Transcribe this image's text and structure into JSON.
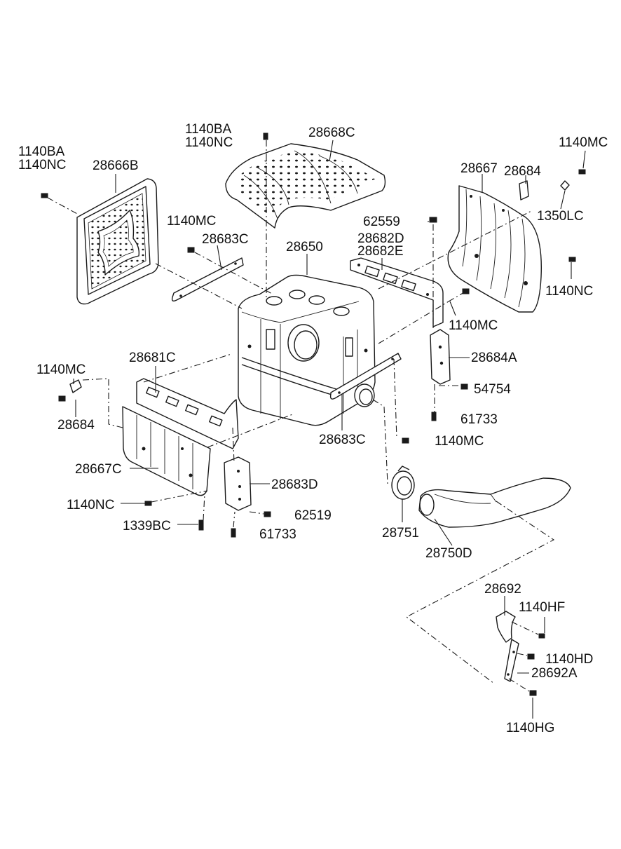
{
  "diagram": {
    "labels": {
      "p_1140ba_left": "1140BA",
      "p_1140nc_left": "1140NC",
      "p_28666b": "28666B",
      "p_1140ba_top": "1140BA",
      "p_1140nc_top": "1140NC",
      "p_28668c": "28668C",
      "p_1140mc_topright": "1140MC",
      "p_28667": "28667",
      "p_28684_right": "28684",
      "p_1350lc": "1350LC",
      "p_1140mc_upper": "1140MC",
      "p_28683c_upper": "28683C",
      "p_28650": "28650",
      "p_62559": "62559",
      "p_28682d": "28682D",
      "p_28682e": "28682E",
      "p_1140nc_right": "1140NC",
      "p_1140mc_mid": "1140MC",
      "p_28684a": "28684A",
      "p_28681c": "28681C",
      "p_1140mc_left": "1140MC",
      "p_54754": "54754",
      "p_28684_left": "28684",
      "p_61733_right": "61733",
      "p_28683c_lower": "28683C",
      "p_1140mc_lower": "1140MC",
      "p_28667c": "28667C",
      "p_28683d": "28683D",
      "p_1140nc_lower": "1140NC",
      "p_62519": "62519",
      "p_1339bc": "1339BC",
      "p_61733_lower": "61733",
      "p_28751": "28751",
      "p_28750d": "28750D",
      "p_28692": "28692",
      "p_1140hf": "1140HF",
      "p_1140hd": "1140HD",
      "p_28692a": "28692A",
      "p_1140hg": "1140HG"
    }
  }
}
